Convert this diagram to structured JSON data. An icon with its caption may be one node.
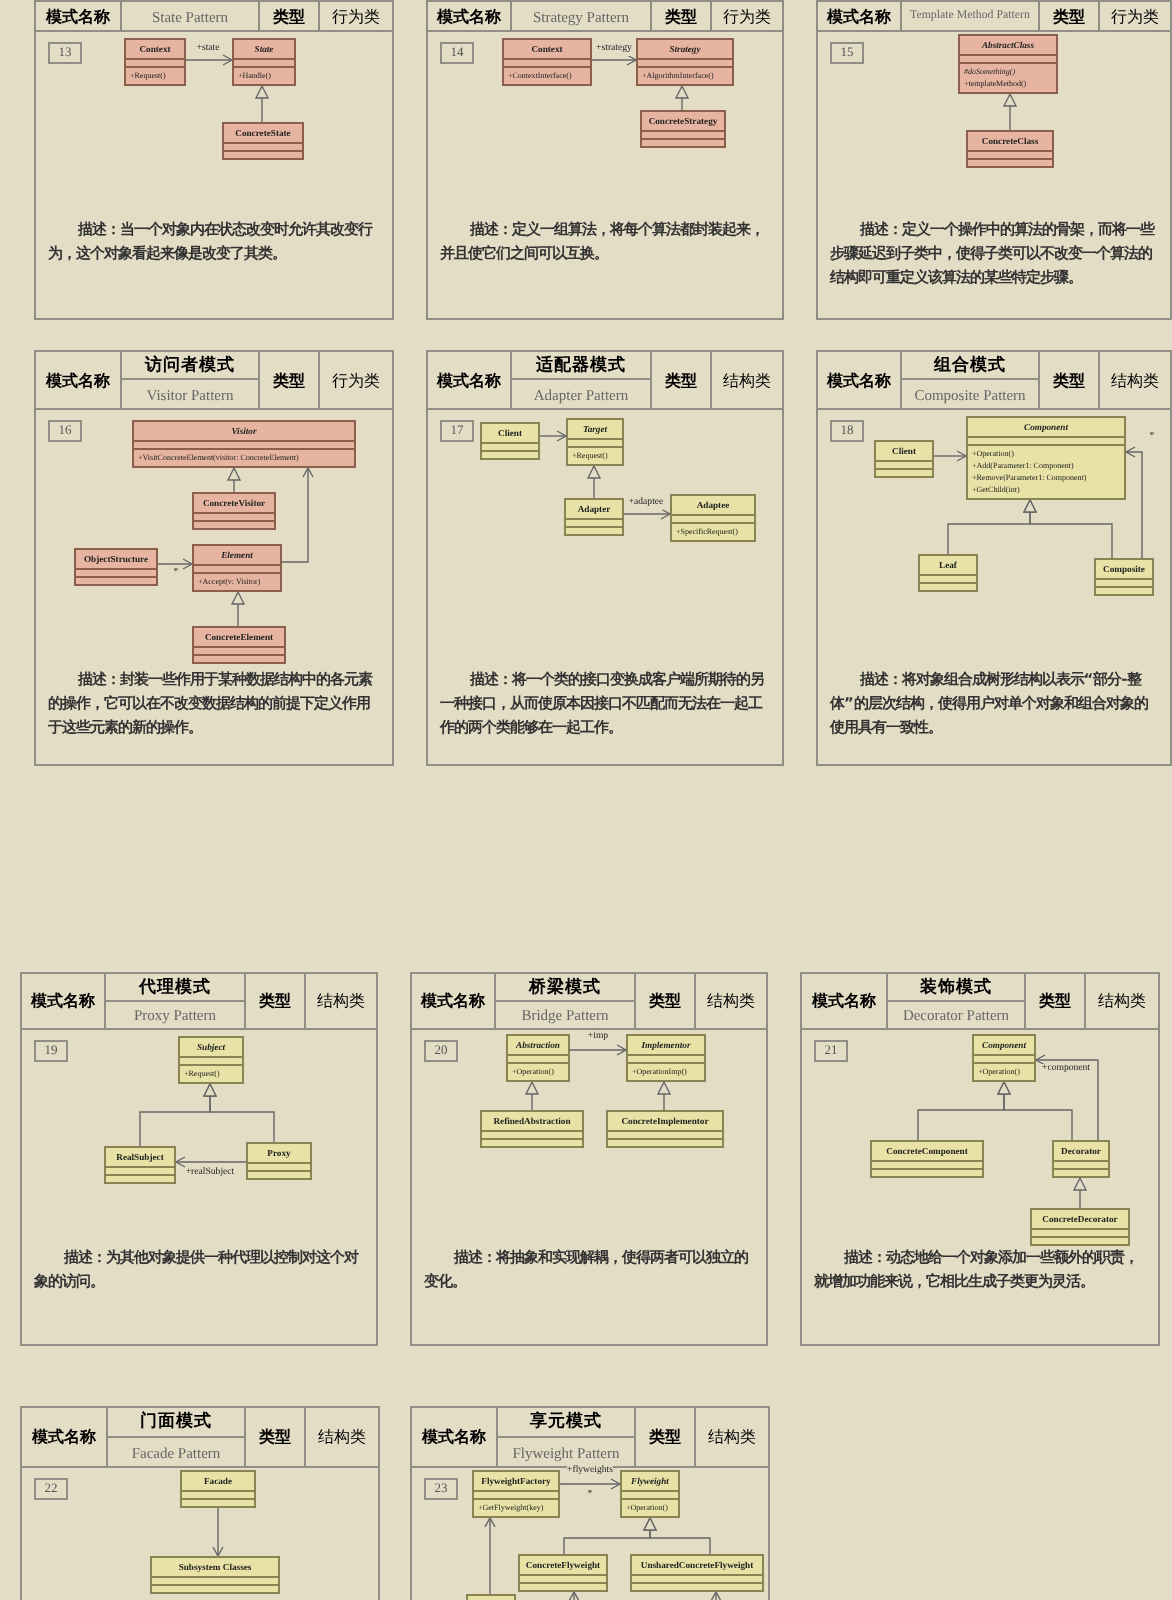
{
  "diagram": {
    "nodes": [
      {
        "text": [
          "模式名称",
          "State Pattern",
          "类型",
          "行为类",
          "13",
          "描述：当一个对象内在状态改变时允许其改变行为，这个对象看起来像是改变了其类。"
        ]
      },
      {
        "text": [
          "Context",
          "+Request()"
        ],
        "in": 0
      },
      {
        "text": [
          "State",
          "+Handle()"
        ],
        "in": 0
      },
      {
        "text": [
          "ConcreteState"
        ],
        "in": 0
      },
      {
        "text": [
          "模式名称",
          "Strategy Pattern",
          "类型",
          "行为类",
          "14",
          "描述：定义一组算法，将每个算法都封装起来，并且使它们之间可以互换。"
        ]
      },
      {
        "text": [
          "Context",
          "+ContextInterface()"
        ],
        "in": 4
      },
      {
        "text": [
          "Strategy",
          "+AlgorithmInterface()"
        ],
        "in": 4
      },
      {
        "text": [
          "ConcreteStrategy"
        ],
        "in": 4
      },
      {
        "text": [
          "模式名称",
          "Template Method Pattern",
          "类型",
          "行为类",
          "15",
          "描述：定义一个操作中的算法的骨架，而将一些步骤延迟到子类中，使得子类可以不改变一个算法的结构即可重定义该算法的某些特定步骤。"
        ]
      },
      {
        "text": [
          "AbstractClass",
          "#doSomething()",
          "+templateMethod()"
        ],
        "in": 8
      },
      {
        "text": [
          "ConcreteClass"
        ],
        "in": 8
      },
      {
        "text": [
          "模式名称",
          "访问者模式",
          "Visitor Pattern",
          "类型",
          "行为类",
          "16",
          "描述：封装一些作用于某种数据结构中的各元素的操作，它可以在不改变数据结构的前提下定义作用于这些元素的新的操作。"
        ]
      },
      {
        "text": [
          "Visitor",
          "+VisitConcreteElement(visitor: ConcreteElement)"
        ],
        "in": 11
      },
      {
        "text": [
          "ConcreteVisitor"
        ],
        "in": 11
      },
      {
        "text": [
          "ObjectStructure"
        ],
        "in": 11
      },
      {
        "text": [
          "Element",
          "+Accept(v: Visitor)"
        ],
        "in": 11
      },
      {
        "text": [
          "ConcreteElement"
        ],
        "in": 11
      },
      {
        "text": [
          "模式名称",
          "适配器模式",
          "Adapter Pattern",
          "类型",
          "结构类",
          "17",
          "描述：将一个类的接口变换成客户端所期待的另一种接口，从而使原本因接口不匹配而无法在一起工作的两个类能够在一起工作。"
        ]
      },
      {
        "text": [
          "Client"
        ],
        "in": 17
      },
      {
        "text": [
          "Target",
          "+Request()"
        ],
        "in": 17
      },
      {
        "text": [
          "Adapter"
        ],
        "in": 17
      },
      {
        "text": [
          "Adaptee",
          "+SpecificRequest()"
        ],
        "in": 17
      },
      {
        "text": [
          "模式名称",
          "组合模式",
          "Composite Pattern",
          "类型",
          "结构类",
          "18",
          "描述：将对象组合成树形结构以表示“部分-整体”的层次结构，使得用户对单个对象和组合对象的使用具有一致性。"
        ]
      },
      {
        "text": [
          "Client"
        ],
        "in": 22
      },
      {
        "text": [
          "Component",
          "+Operation()",
          "+Add(Parameter1: Component)",
          "+Remove(Parameter1: Component)",
          "+GetChild(int)"
        ],
        "in": 22
      },
      {
        "text": [
          "Leaf"
        ],
        "in": 22
      },
      {
        "text": [
          "Composite"
        ],
        "in": 22
      },
      {
        "text": [
          "模式名称",
          "代理模式",
          "Proxy Pattern",
          "类型",
          "结构类",
          "19",
          "描述：为其他对象提供一种代理以控制对这个对象的访问。"
        ]
      },
      {
        "text": [
          "Subject",
          "+Request()"
        ],
        "in": 27
      },
      {
        "text": [
          "RealSubject"
        ],
        "in": 27
      },
      {
        "text": [
          "Proxy"
        ],
        "in": 27
      },
      {
        "text": [
          "模式名称",
          "桥梁模式",
          "Bridge Pattern",
          "类型",
          "结构类",
          "20",
          "描述：将抽象和实现解耦，使得两者可以独立的变化。"
        ]
      },
      {
        "text": [
          "Abstraction",
          "+Operation()"
        ],
        "in": 31
      },
      {
        "text": [
          "Implementor",
          "+OperationImp()"
        ],
        "in": 31
      },
      {
        "text": [
          "RefinedAbstraction"
        ],
        "in": 31
      },
      {
        "text": [
          "ConcreteImplementor"
        ],
        "in": 31
      },
      {
        "text": [
          "模式名称",
          "装饰模式",
          "Decorator Pattern",
          "类型",
          "结构类",
          "21",
          "描述：动态地给一个对象添加一些额外的职责，就增加功能来说，它相比生成子类更为灵活。"
        ]
      },
      {
        "text": [
          "Component",
          "+Operation()"
        ],
        "in": 36
      },
      {
        "text": [
          "ConcreteComponent"
        ],
        "in": 36
      },
      {
        "text": [
          "Decorator"
        ],
        "in": 36
      },
      {
        "text": [
          "ConcreteDecorator"
        ],
        "in": 36
      },
      {
        "text": [
          "模式名称",
          "门面模式",
          "Facade Pattern",
          "类型",
          "结构类",
          "22"
        ]
      },
      {
        "text": [
          "Facade"
        ],
        "in": 41
      },
      {
        "text": [
          "Subsystem Classes"
        ],
        "in": 41
      },
      {
        "text": [
          "模式名称",
          "享元模式",
          "Flyweight Pattern",
          "类型",
          "结构类",
          "23"
        ]
      },
      {
        "text": [
          "FlyweightFactory",
          "+GetFlyweight(key)"
        ],
        "in": 44
      },
      {
        "text": [
          "Flyweight",
          "+Operation()"
        ],
        "in": 44
      },
      {
        "text": [
          "ConcreteFlyweight"
        ],
        "in": 44
      },
      {
        "text": [
          "UnsharedConcreteFlyweight"
        ],
        "in": 44
      },
      {
        "text": [],
        "shape": "box",
        "in": 44
      }
    ],
    "edges": [
      {
        "from": 1,
        "to": 2,
        "arrow": "to",
        "label": "+state"
      },
      {
        "from": 3,
        "to": 2,
        "arrow": "to"
      },
      {
        "from": 5,
        "to": 6,
        "arrow": "to",
        "label": "+strategy"
      },
      {
        "from": 7,
        "to": 6,
        "arrow": "to"
      },
      {
        "from": 10,
        "to": 9,
        "arrow": "to"
      },
      {
        "from": 13,
        "to": 12,
        "arrow": "to"
      },
      {
        "from": 14,
        "to": 15,
        "arrow": "to",
        "label": "*"
      },
      {
        "from": 15,
        "to": 12,
        "arrow": "to"
      },
      {
        "from": 16,
        "to": 15,
        "arrow": "to"
      },
      {
        "from": 18,
        "to": 19,
        "arrow": "to"
      },
      {
        "from": 20,
        "to": 19,
        "arrow": "to"
      },
      {
        "from": 20,
        "to": 21,
        "arrow": "to",
        "label": "+adaptee"
      },
      {
        "from": 23,
        "to": 24,
        "arrow": "to"
      },
      {
        "from": 25,
        "to": 24,
        "arrow": "to"
      },
      {
        "from": 26,
        "to": 24,
        "arrow": "to"
      },
      {
        "from": 26,
        "to": 24,
        "arrow": "to",
        "label": "*"
      },
      {
        "from": 29,
        "to": 28,
        "arrow": "to"
      },
      {
        "from": 30,
        "to": 28,
        "arrow": "to"
      },
      {
        "from": 30,
        "to": 29,
        "arrow": "to",
        "label": "+realSubject"
      },
      {
        "from": 32,
        "to": 33,
        "arrow": "to",
        "label": "+imp"
      },
      {
        "from": 34,
        "to": 32,
        "arrow": "to"
      },
      {
        "from": 35,
        "to": 33,
        "arrow": "to"
      },
      {
        "from": 38,
        "to": 37,
        "arrow": "to"
      },
      {
        "from": 39,
        "to": 37,
        "arrow": "to"
      },
      {
        "from": 39,
        "to": 37,
        "arrow": "to",
        "label": "+component"
      },
      {
        "from": 40,
        "to": 39,
        "arrow": "to"
      },
      {
        "from": 42,
        "to": 43,
        "arrow": "to"
      },
      {
        "from": 45,
        "to": 46,
        "arrow": "to",
        "label": "+flyweights"
      },
      {
        "from": 47,
        "to": 46,
        "arrow": "to"
      },
      {
        "from": 48,
        "to": 46,
        "arrow": "to"
      },
      {
        "from": 49,
        "to": 45,
        "arrow": "to"
      },
      {
        "from": null,
        "to": 47,
        "arrow": "to"
      },
      {
        "from": null,
        "to": 48,
        "arrow": "to"
      }
    ],
    "labels": [
      "*"
    ]
  }
}
